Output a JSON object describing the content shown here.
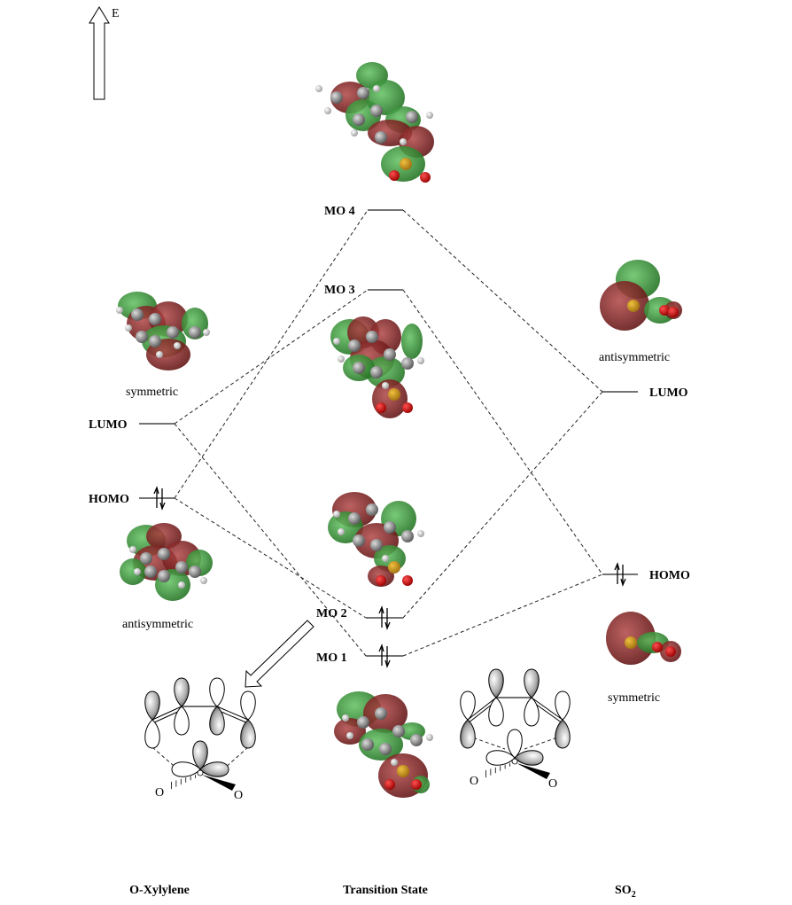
{
  "energy_axis": {
    "label": "E"
  },
  "left_fragment": {
    "name": "O-Xylylene",
    "lumo": {
      "label": "LUMO",
      "symmetry": "symmetric"
    },
    "homo": {
      "label": "HOMO",
      "symmetry": "antisymmetric"
    }
  },
  "transition_state": {
    "name": "Transition State",
    "levels": [
      {
        "label": "MO 4"
      },
      {
        "label": "MO 3"
      },
      {
        "label": "MO 2"
      },
      {
        "label": "MO 1"
      }
    ]
  },
  "right_fragment": {
    "name_main": "SO",
    "name_sub": "2",
    "lumo": {
      "label": "LUMO",
      "symmetry": "antisymmetric"
    },
    "homo": {
      "label": "HOMO",
      "symmetry": "symmetric"
    }
  },
  "orbital_sketch": {
    "oxygen_label": "O"
  },
  "colors": {
    "lobe_red": "#7a1f1f",
    "lobe_green": "#2e8a2e",
    "dashes": "#222222"
  }
}
